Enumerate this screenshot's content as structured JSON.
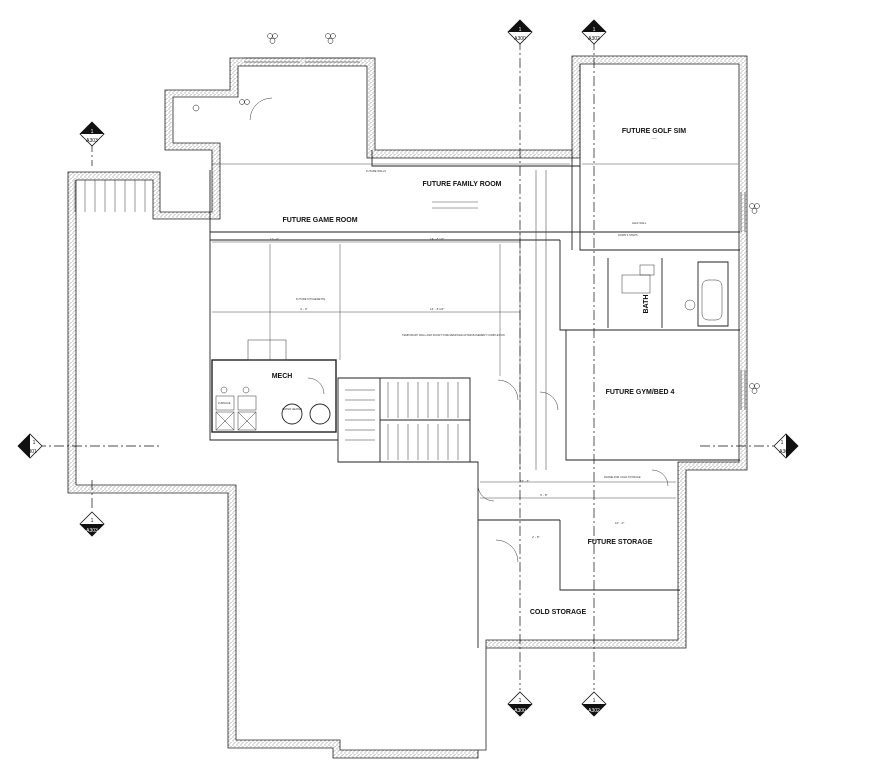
{
  "rooms": {
    "golf_sim": "FUTURE GOLF SIM",
    "family_room": "FUTURE FAMILY ROOM",
    "game_room": "FUTURE GAME ROOM",
    "mech": "MECH",
    "gym_bed": "FUTURE GYM/BED 4",
    "storage": "FUTURE STORAGE",
    "cold_storage": "COLD STORAGE",
    "bath": "BATH"
  },
  "section_tags": {
    "top_a300": "A300",
    "top_a302": "A302",
    "bottom_a300": "A300",
    "bottom_a302": "A302",
    "left_a301": "A301",
    "right_a301": "A301",
    "upper_left_a303": "A303",
    "lower_left_a303": "A303",
    "tag_number": "1"
  },
  "notes": {
    "future_walls": "FUTURE WALLS",
    "half_wall": "HALF WALL",
    "future_kitchenette": "FUTURE KITCHENETTE",
    "temporary_wall": "TEMPORARY WALL AND DOOR TO BE REMOVED AFTER BASEMENT COMPLETION",
    "frame_for_cold_storage": "FRAME FOR COLD STORAGE",
    "down_steps": "DOWN 4 STEPS",
    "water_heater": "WATER HEATER",
    "furnace": "FURNACE"
  },
  "dimensions": {
    "d1": "14' - 8 1/2\"",
    "d2": "14' - 8 1/2\"",
    "d3": "11' - 0\"",
    "d4": "4' - 0\"",
    "d5": "3' - 8\"",
    "d6": "19' - 6\"",
    "d7": "2' - 8\"",
    "d8": "10' - 0\""
  }
}
